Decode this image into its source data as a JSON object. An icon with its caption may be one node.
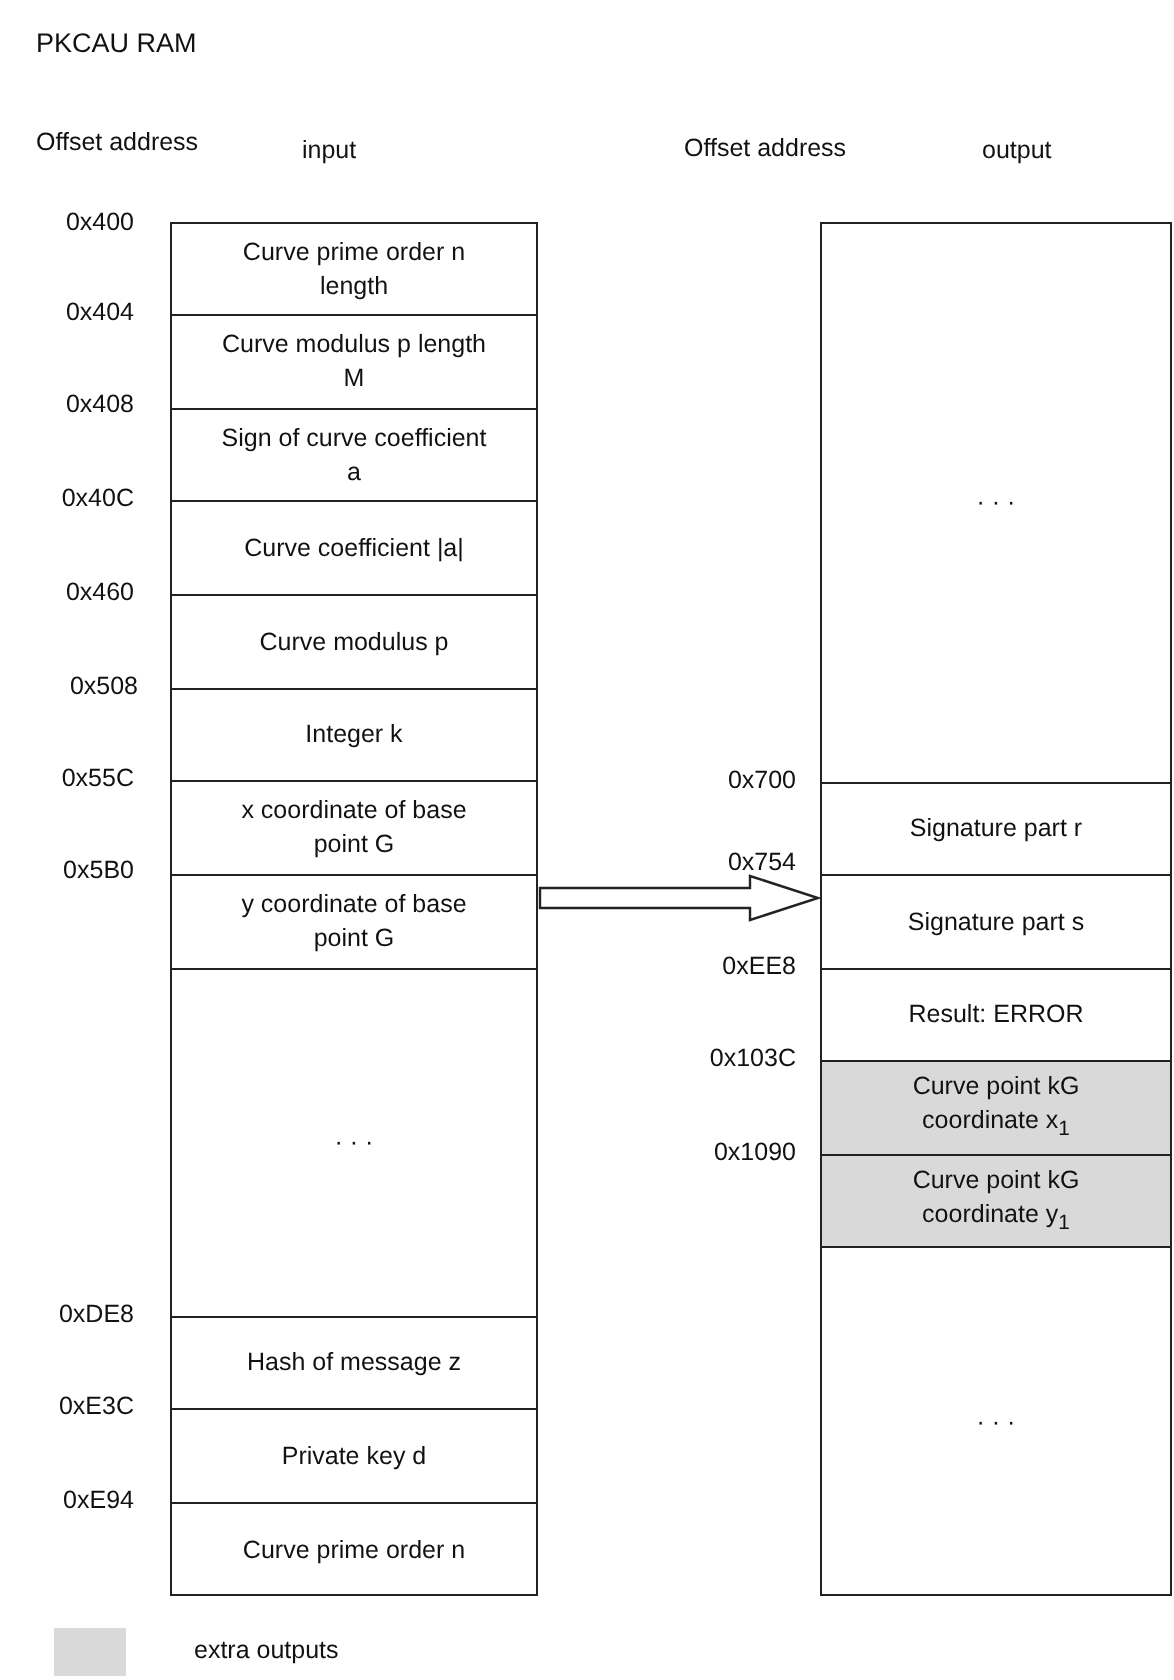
{
  "diagram": {
    "title": "PKCAU RAM",
    "nodes": [
      {
        "text": [
          "input"
        ]
      },
      {
        "text": [
          "Curve prime order n length"
        ],
        "in": 0
      },
      {
        "text": [
          "Curve modulus p length M"
        ],
        "in": 0
      },
      {
        "text": [
          "Sign of curve coefficient a"
        ],
        "in": 0
      },
      {
        "text": [
          "Curve coefficient |a|"
        ],
        "in": 0
      },
      {
        "text": [
          "Curve modulus p"
        ],
        "in": 0
      },
      {
        "text": [
          "Integer k"
        ],
        "in": 0
      },
      {
        "text": [
          "x coordinate of base point G"
        ],
        "in": 0
      },
      {
        "text": [
          "y coordinate of base point G"
        ],
        "in": 0
      },
      {
        "text": [
          "· · ·"
        ],
        "in": 0
      },
      {
        "text": [
          "Hash of message z"
        ],
        "in": 0
      },
      {
        "text": [
          "Private key d"
        ],
        "in": 0
      },
      {
        "text": [
          "Curve prime order n"
        ],
        "in": 0
      },
      {
        "text": [
          "output"
        ]
      },
      {
        "text": [
          "· · ·"
        ],
        "in": 13
      },
      {
        "text": [
          "Signature part r"
        ],
        "in": 13
      },
      {
        "text": [
          "Signature part s"
        ],
        "in": 13
      },
      {
        "text": [
          "Result: ERROR"
        ],
        "in": 13
      },
      {
        "text": [
          "Curve point kG coordinate x$_{1}$"
        ],
        "in": 13
      },
      {
        "text": [
          "Curve point kG coordinate y$_{1}$"
        ],
        "in": 13
      },
      {
        "text": [
          "· · ·"
        ],
        "in": 13
      }
    ],
    "edges": [
      {
        "from": 0,
        "to": 13,
        "arrow": "to"
      }
    ],
    "labels": [
      "Offset address",
      "Offset address",
      "0x400",
      "0x404",
      "0x408",
      "0x40C",
      "0x460",
      "0x508",
      "0x55C",
      "0x5B0",
      "0xDE8",
      "0xE3C",
      "0xE94",
      "0x700",
      "0x754",
      "0xEE8",
      "0x103C",
      "0x1090"
    ],
    "legend": [
      {
        "text": "extra outputs",
        "color": "#d9d9d9"
      }
    ]
  }
}
